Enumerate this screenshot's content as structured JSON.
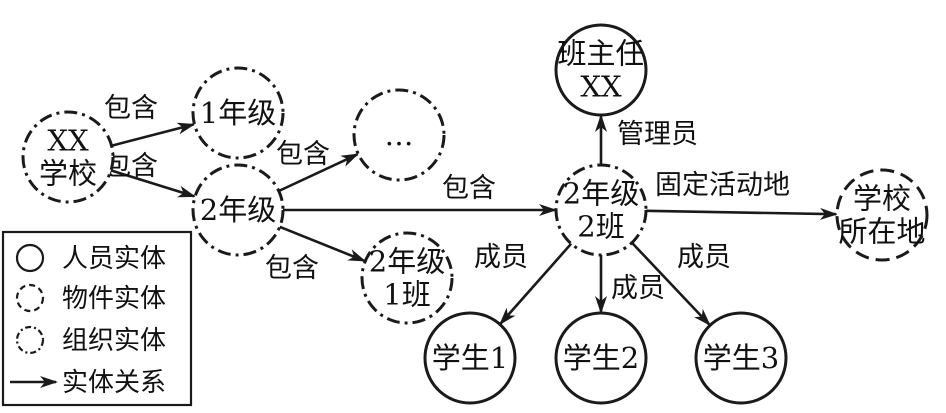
{
  "nodes": [
    {
      "id": "school",
      "style": "dashdot",
      "lines": [
        "XX",
        "学校"
      ]
    },
    {
      "id": "grade1",
      "style": "dashdot",
      "lines": [
        "1年级"
      ]
    },
    {
      "id": "grade2",
      "style": "dashdot",
      "lines": [
        "2年级"
      ]
    },
    {
      "id": "ellipsis",
      "style": "dashdot",
      "lines": [
        "…"
      ]
    },
    {
      "id": "grade2class1",
      "style": "dashdot",
      "lines": [
        "2年级",
        "1班"
      ]
    },
    {
      "id": "grade2class2",
      "style": "dashdot",
      "lines": [
        "2年级",
        "2班"
      ]
    },
    {
      "id": "headteacher",
      "style": "solid",
      "lines": [
        "班主任",
        "XX"
      ]
    },
    {
      "id": "schoollocation",
      "style": "dashed",
      "lines": [
        "学校",
        "所在地"
      ]
    },
    {
      "id": "student1",
      "style": "solid",
      "lines": [
        "学生1"
      ]
    },
    {
      "id": "student2",
      "style": "solid",
      "lines": [
        "学生2"
      ]
    },
    {
      "id": "student3",
      "style": "solid",
      "lines": [
        "学生3"
      ]
    }
  ],
  "edges": [
    {
      "id": "school-grade1",
      "from": "school",
      "to": "grade1",
      "label": "包含"
    },
    {
      "id": "school-grade2",
      "from": "school",
      "to": "grade2",
      "label": "包含"
    },
    {
      "id": "grade2-ellipsis",
      "from": "grade2",
      "to": "ellipsis",
      "label": "包含"
    },
    {
      "id": "grade2-class1",
      "from": "grade2",
      "to": "grade2class1",
      "label": "包含"
    },
    {
      "id": "grade2-class2",
      "from": "grade2",
      "to": "grade2class2",
      "label": "包含"
    },
    {
      "id": "class2-headteacher",
      "from": "grade2class2",
      "to": "headteacher",
      "label": "管理员"
    },
    {
      "id": "class2-location",
      "from": "grade2class2",
      "to": "schoollocation",
      "label": "固定活动地"
    },
    {
      "id": "class2-student1",
      "from": "grade2class2",
      "to": "student1",
      "label": "成员"
    },
    {
      "id": "class2-student2",
      "from": "grade2class2",
      "to": "student2",
      "label": "成员"
    },
    {
      "id": "class2-student3",
      "from": "grade2class2",
      "to": "student3",
      "label": "成员"
    }
  ],
  "legend": {
    "items": [
      {
        "id": "person",
        "style": "solid",
        "label": "人员实体"
      },
      {
        "id": "object",
        "style": "dashed",
        "label": "物件实体"
      },
      {
        "id": "organization",
        "style": "dashdot",
        "label": "组织实体"
      },
      {
        "id": "relation",
        "style": "arrow",
        "label": "实体关系"
      }
    ]
  },
  "colors": {
    "stroke": "#1a1a1a",
    "text": "#111111",
    "background": "#ffffff"
  }
}
